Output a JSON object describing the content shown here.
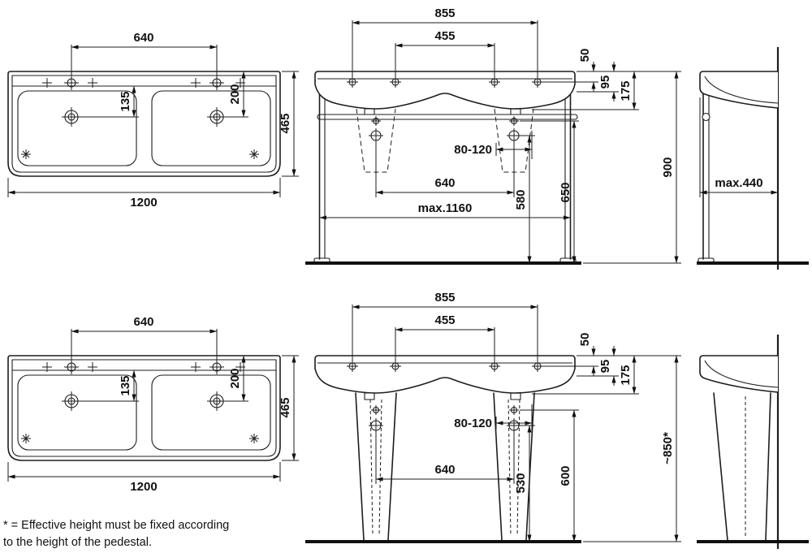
{
  "dims": {
    "plan": {
      "tap_spacing": "640",
      "drain_offset": "135",
      "drain_depth": "200",
      "overall_depth": "465",
      "overall_width": "1200"
    },
    "front": {
      "outer_holes": "855",
      "inner_holes": "455",
      "tap_height": "50",
      "rim_thickness": "95",
      "bowl_depth": "175",
      "waste_range": "80-120",
      "drain_spacing": "640"
    },
    "console": {
      "drain_height_lower": "580",
      "drain_height_upper": "650",
      "rim_height": "900",
      "max_width": "max.1160"
    },
    "side": {
      "max_depth": "max.440"
    },
    "pedestal": {
      "drain_height_lower": "530",
      "drain_height_upper": "600",
      "rim_height": "~850*"
    }
  },
  "footnote": {
    "line1": "* = Effective height must be fixed according",
    "line2": "to the height of the pedestal."
  }
}
